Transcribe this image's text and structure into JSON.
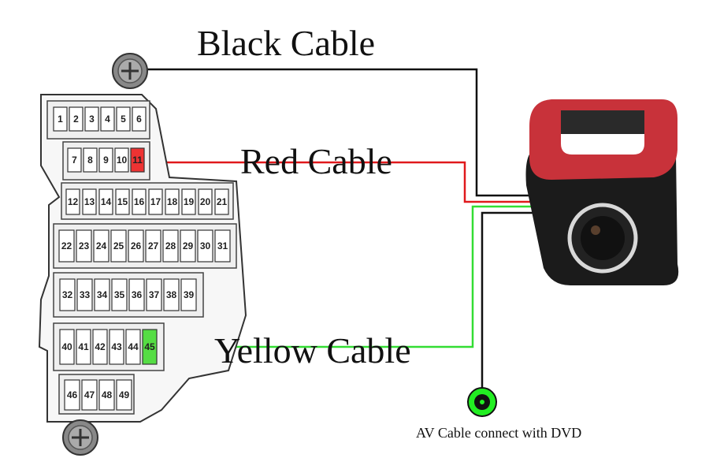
{
  "labels": {
    "black_cable": "Black Cable",
    "red_cable": "Red Cable",
    "yellow_cable": "Yellow Cable",
    "av_cable": "AV Cable connect with DVD"
  },
  "fuse_box": {
    "row1": [
      "1",
      "2",
      "3",
      "4",
      "5",
      "6"
    ],
    "row2": [
      "7",
      "8",
      "9",
      "10",
      "11"
    ],
    "row3": [
      "12",
      "13",
      "14",
      "15",
      "16",
      "17",
      "18",
      "19",
      "20",
      "21"
    ],
    "row4": [
      "22",
      "23",
      "24",
      "25",
      "26",
      "27",
      "28",
      "29",
      "30",
      "31"
    ],
    "row5": [
      "32",
      "33",
      "34",
      "35",
      "36",
      "37",
      "38",
      "39"
    ],
    "row6": [
      "40",
      "41",
      "42",
      "43",
      "44",
      "45"
    ],
    "row7": [
      "46",
      "47",
      "48",
      "49"
    ],
    "highlight_red": "11",
    "highlight_green": "45"
  },
  "colors": {
    "black_wire": "#111111",
    "red_wire": "#e0191c",
    "green_wire": "#33dd33",
    "red_fuse": "#ee3333",
    "green_fuse": "#55dd44",
    "av_connector": "#22ee22",
    "camera_body": "#1b1b1b",
    "adhesive": "#c8323a"
  }
}
